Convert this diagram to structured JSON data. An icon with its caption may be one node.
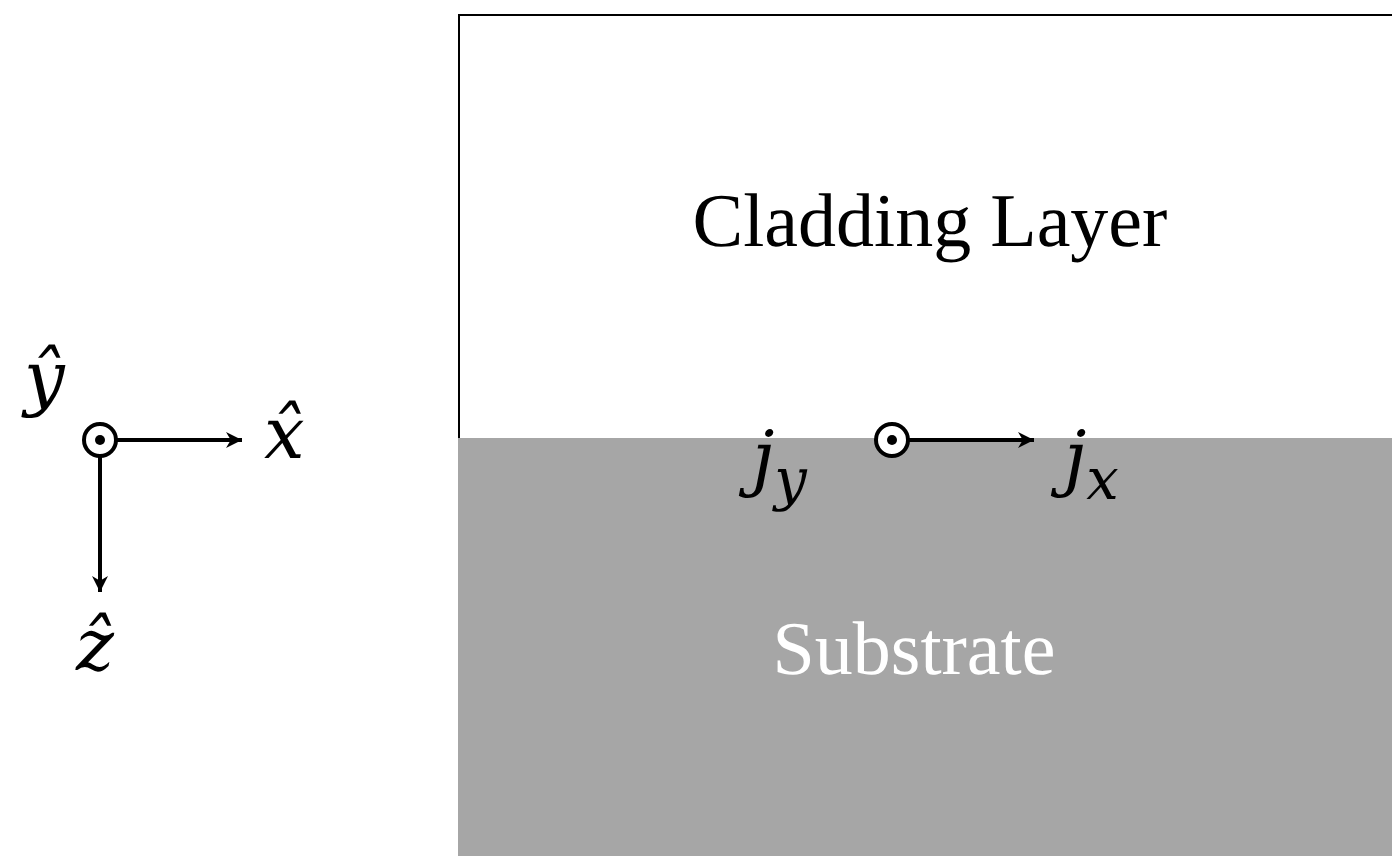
{
  "diagram": {
    "nodes": [
      {
        "text": [
          "Cladding Layer"
        ]
      },
      {
        "text": [
          "Substrate"
        ]
      }
    ],
    "labels": [
      "ŷ",
      "x̂",
      "ẑ",
      "j$_{y}$",
      "j$_{x}$"
    ]
  }
}
